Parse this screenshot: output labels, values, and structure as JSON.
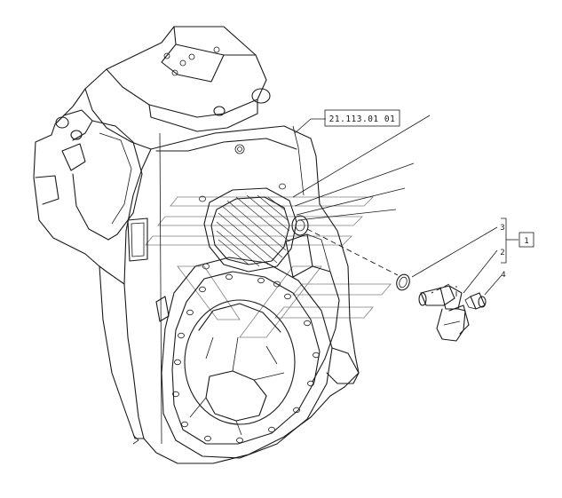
{
  "diagram": {
    "reference_label": "21.113.01 01",
    "callouts": {
      "group_box": "1",
      "item_4": "4",
      "item_3": "3",
      "item_2": "2"
    },
    "watermark": "logo"
  }
}
